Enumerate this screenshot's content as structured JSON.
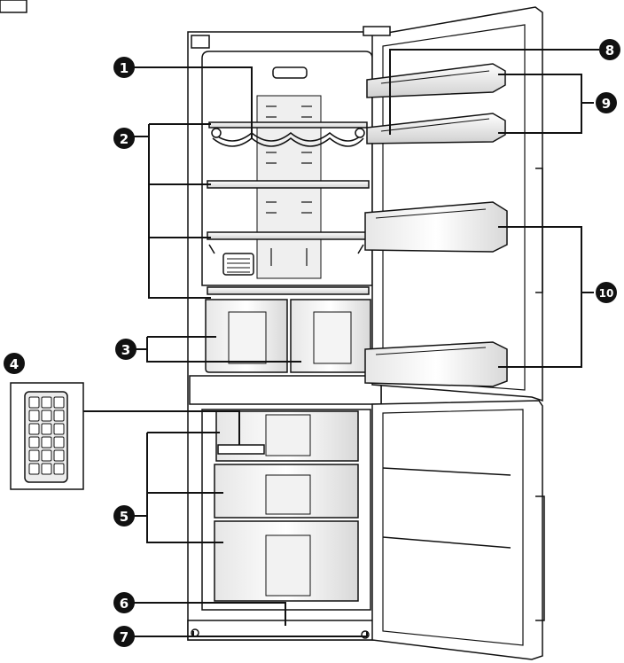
{
  "callouts": [
    {
      "id": "1",
      "label": "1"
    },
    {
      "id": "2",
      "label": "2"
    },
    {
      "id": "3",
      "label": "3"
    },
    {
      "id": "4",
      "label": "4"
    },
    {
      "id": "5",
      "label": "5"
    },
    {
      "id": "6",
      "label": "6"
    },
    {
      "id": "7",
      "label": "7"
    },
    {
      "id": "8",
      "label": "8"
    },
    {
      "id": "9",
      "label": "9"
    },
    {
      "id": "10",
      "label": "10"
    }
  ],
  "colors": {
    "line": "#111111",
    "fill_light": "#f4f4f4",
    "fill_mid": "#e2e2e2",
    "fill_dark": "#c8c8c8",
    "callout_bg": "#111111"
  }
}
